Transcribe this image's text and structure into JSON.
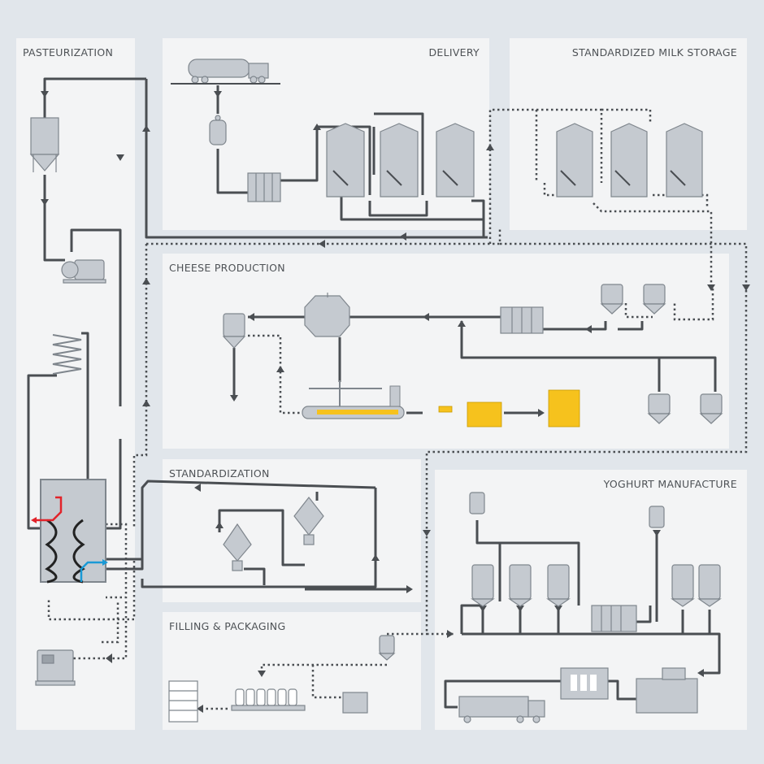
{
  "sections": {
    "pasteurization": "PASTEURIZATION",
    "delivery": "DELIVERY",
    "milk_storage": "STANDARDIZED MILK STORAGE",
    "cheese": "CHEESE PRODUCTION",
    "standardization": "STANDARDIZATION",
    "yoghurt": "YOGHURT MANUFACTURE",
    "filling": "FILLING & PACKAGING"
  },
  "colors": {
    "background": "#e1e6eb",
    "panel": "#f3f4f5",
    "pipe": "#4a4e52",
    "equipment_fill": "#c5cad0",
    "equipment_stroke": "#7f868d",
    "cheese": "#f6c21d",
    "hot": "#e2232a",
    "cold": "#1a9ad6"
  }
}
